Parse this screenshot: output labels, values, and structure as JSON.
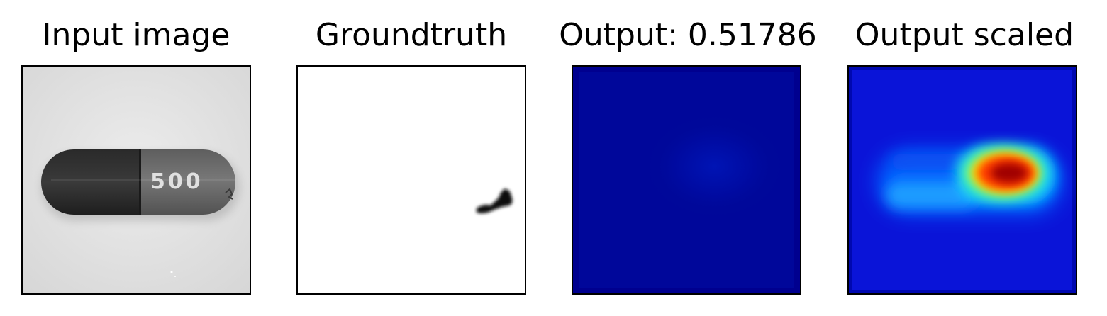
{
  "panels": [
    {
      "title": "Input image",
      "content": "grayscale capsule photo",
      "capsule_text": "500"
    },
    {
      "title": "Groundtruth",
      "content": "binary defect mask"
    },
    {
      "title": "Output: 0.51786",
      "content": "heatmap (jet) unscaled",
      "score": 0.51786
    },
    {
      "title": "Output scaled",
      "content": "heatmap (jet) min-max scaled"
    }
  ],
  "colors": {
    "frame_border": "#000000",
    "heatmap_background": "#00008f",
    "groundtruth_background": "#ffffff"
  }
}
